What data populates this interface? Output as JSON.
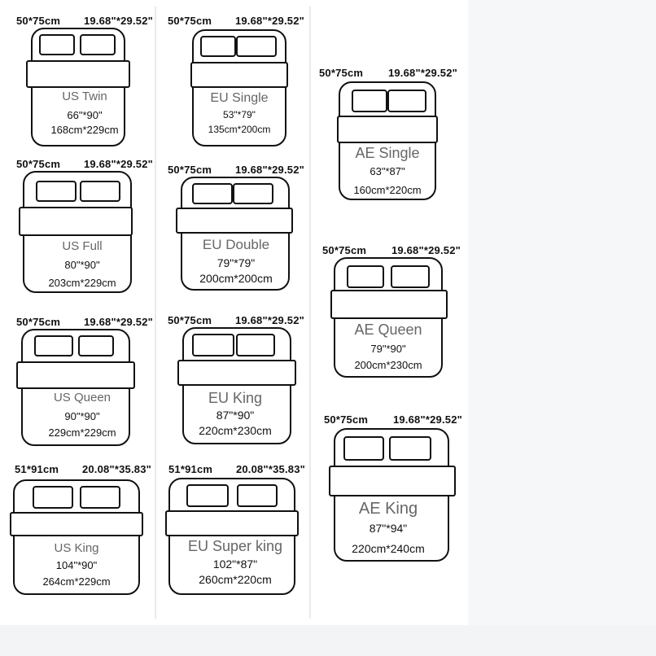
{
  "beds": [
    {
      "name": "US Twin",
      "inches": "66\"*90\"",
      "cm": "168cm*229cm",
      "pillow_metric": "50*75cm",
      "pillow_inch": "19.68\"*29.52\""
    },
    {
      "name": "US Full",
      "inches": "80\"*90\"",
      "cm": "203cm*229cm",
      "pillow_metric": "50*75cm",
      "pillow_inch": "19.68\"*29.52\""
    },
    {
      "name": "US Queen",
      "inches": "90\"*90\"",
      "cm": "229cm*229cm",
      "pillow_metric": "50*75cm",
      "pillow_inch": "19.68\"*29.52\""
    },
    {
      "name": "US King",
      "inches": "104\"*90\"",
      "cm": "264cm*229cm",
      "pillow_metric": "51*91cm",
      "pillow_inch": "20.08\"*35.83\""
    },
    {
      "name": "EU Single",
      "inches": "53\"*79\"",
      "cm": "135cm*200cm",
      "pillow_metric": "50*75cm",
      "pillow_inch": "19.68\"*29.52\""
    },
    {
      "name": "EU Double",
      "inches": "79\"*79\"",
      "cm": "200cm*200cm",
      "pillow_metric": "50*75cm",
      "pillow_inch": "19.68\"*29.52\""
    },
    {
      "name": "EU King",
      "inches": "87\"*90\"",
      "cm": "220cm*230cm",
      "pillow_metric": "50*75cm",
      "pillow_inch": "19.68\"*29.52\""
    },
    {
      "name": "EU Super king",
      "inches": "102\"*87\"",
      "cm": "260cm*220cm",
      "pillow_metric": "51*91cm",
      "pillow_inch": "20.08\"*35.83\""
    },
    {
      "name": "AE Single",
      "inches": "63\"*87\"",
      "cm": "160cm*220cm",
      "pillow_metric": "50*75cm",
      "pillow_inch": "19.68\"*29.52\""
    },
    {
      "name": "AE Queen",
      "inches": "79\"*90\"",
      "cm": "200cm*230cm",
      "pillow_metric": "50*75cm",
      "pillow_inch": "19.68\"*29.52\""
    },
    {
      "name": "AE King",
      "inches": "87\"*94\"",
      "cm": "220cm*240cm",
      "pillow_metric": "50*75cm",
      "pillow_inch": "19.68\"*29.52\""
    }
  ]
}
